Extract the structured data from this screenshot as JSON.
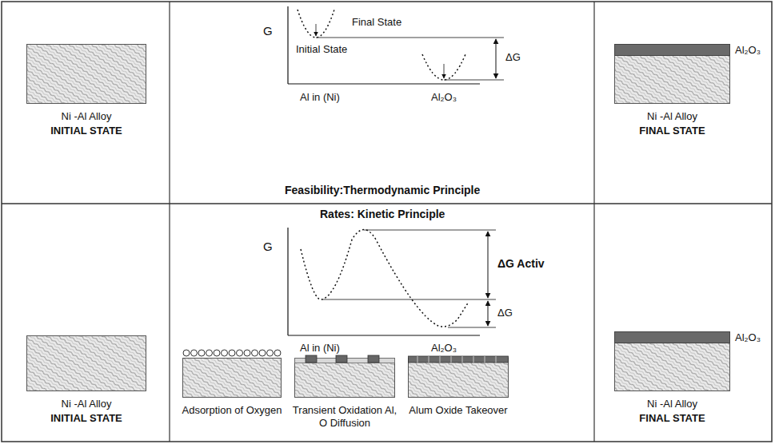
{
  "diagram": {
    "nodes": [
      {
        "text": [
          "Ni -Al Alloy",
          "INITIAL STATE"
        ]
      },
      {
        "text": [
          "Al₂O₃",
          "Ni -Al Alloy",
          "FINAL STATE"
        ]
      },
      {
        "text": [
          "Ni -Al Alloy",
          "INITIAL STATE"
        ]
      },
      {
        "text": [
          "Adsorption of Oxygen"
        ]
      },
      {
        "text": [
          "Transient Oxidation Al, O Diffusion"
        ]
      },
      {
        "text": [
          "Alum Oxide Takeover"
        ]
      },
      {
        "text": [
          "Al₂O₃",
          "Ni -Al Alloy",
          "FINAL STATE"
        ]
      }
    ],
    "labels": [
      "G",
      "Final State",
      "Initial State",
      "ΔG",
      "Al in (Ni)",
      "Al₂O₃",
      "Feasibility:Thermodynamic Principle",
      "Rates: Kinetic Principle",
      "G",
      "ΔG Activ",
      "ΔG",
      "Al in (Ni)",
      "Al₂O₃"
    ]
  }
}
